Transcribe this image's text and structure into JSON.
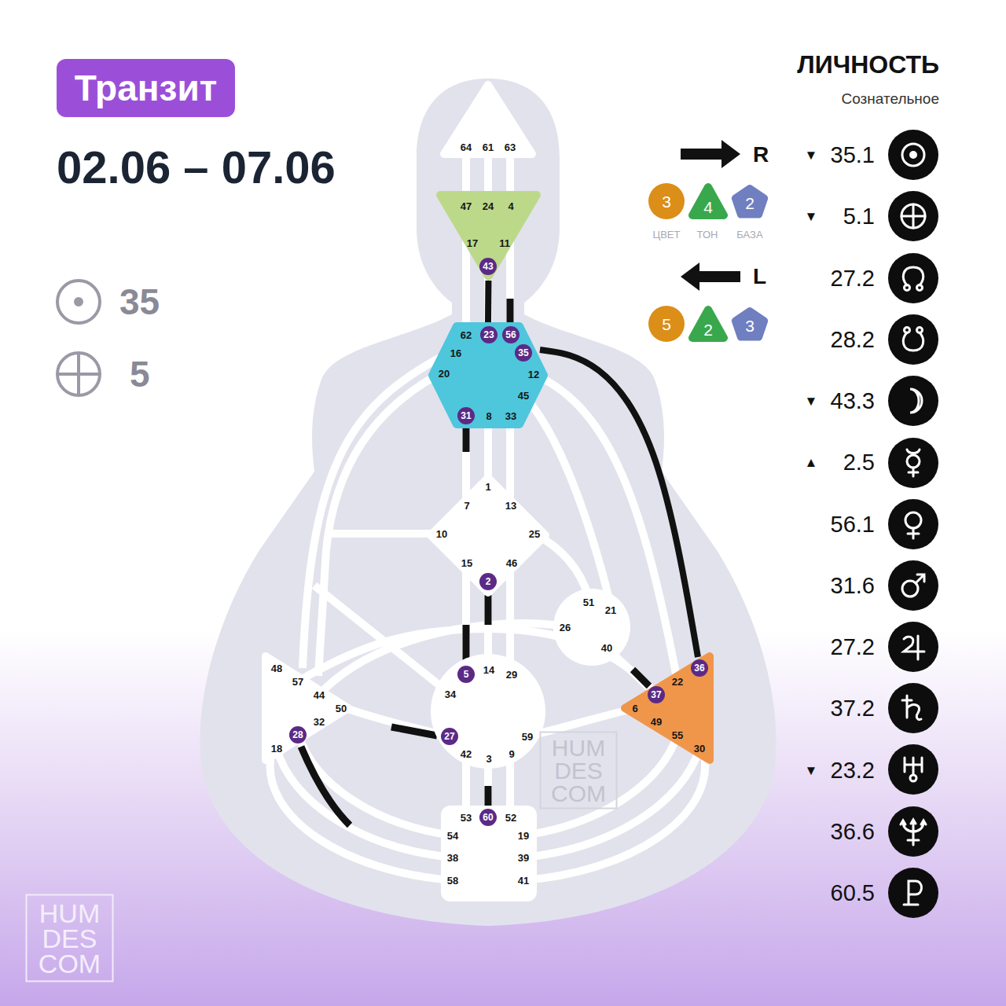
{
  "diagram": {
    "title": "02.06 – 07.06",
    "nodes": [
      {
        "text": [
          "Транзит"
        ]
      },
      {
        "text": [
          "64",
          "61",
          "63"
        ]
      },
      {
        "text": [
          "47",
          "24",
          "4",
          "17",
          "11",
          "43"
        ]
      },
      {
        "text": [
          "62",
          "23",
          "56",
          "16",
          "35",
          "20",
          "12",
          "45",
          "31",
          "8",
          "33"
        ]
      },
      {
        "text": [
          "1",
          "7",
          "13",
          "10",
          "25",
          "15",
          "46",
          "2"
        ]
      },
      {
        "text": [
          "51",
          "21",
          "26",
          "40"
        ]
      },
      {
        "text": [
          "48",
          "57",
          "44",
          "50",
          "32",
          "28",
          "18"
        ]
      },
      {
        "text": [
          "5",
          "14",
          "29",
          "34",
          "27",
          "59",
          "42",
          "3",
          "9"
        ]
      },
      {
        "text": [
          "36",
          "22",
          "37",
          "6",
          "49",
          "55",
          "30"
        ]
      },
      {
        "text": [
          "53",
          "60",
          "52",
          "54",
          "19",
          "38",
          "39",
          "58",
          "41"
        ]
      },
      {
        "text": [
          "3"
        ]
      },
      {
        "text": [
          "4"
        ]
      },
      {
        "text": [
          "2"
        ]
      },
      {
        "text": [
          "5"
        ]
      },
      {
        "text": [
          "2"
        ]
      },
      {
        "text": [
          "3"
        ]
      },
      {
        "text": [
          "HUM DES COM"
        ]
      },
      {
        "text": [
          "HUM DES COM"
        ]
      }
    ],
    "edges": [
      {
        "from": 2,
        "to": 3,
        "arrow": "none"
      },
      {
        "from": 3,
        "to": 8,
        "arrow": "none"
      }
    ],
    "labels": [
      "35",
      "5",
      "R",
      "ЦВЕТ",
      "ТОН",
      "БАЗА",
      "L",
      "ЛИЧНОСТЬ",
      "Сознательное",
      "▼",
      "35.1",
      "▼",
      "5.1",
      "27.2",
      "28.2",
      "▼",
      "43.3",
      "▲",
      "2.5",
      "56.1",
      "31.6",
      "27.2",
      "37.2",
      "▼",
      "23.2",
      "36.6",
      "60.5"
    ]
  }
}
